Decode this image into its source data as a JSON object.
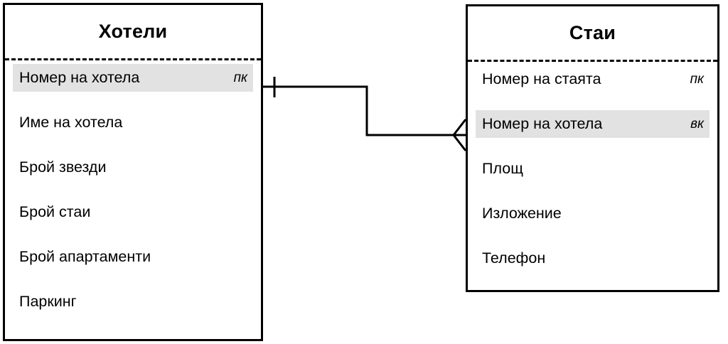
{
  "diagram": {
    "type": "entity-relationship-diagram",
    "notation": "crow's-foot",
    "background_color": "#ffffff",
    "line_color": "#000000",
    "highlight_color": "#e2e2e2"
  },
  "entities": [
    {
      "id": "hotels",
      "title": "Хотели",
      "attributes": [
        {
          "name": "Номер на хотела",
          "key": "пк",
          "highlighted": true
        },
        {
          "name": "Име на хотела",
          "key": "",
          "highlighted": false
        },
        {
          "name": "Брой звезди",
          "key": "",
          "highlighted": false
        },
        {
          "name": "Брой стаи",
          "key": "",
          "highlighted": false
        },
        {
          "name": "Брой апартаменти",
          "key": "",
          "highlighted": false
        },
        {
          "name": "Паркинг",
          "key": "",
          "highlighted": false
        }
      ]
    },
    {
      "id": "rooms",
      "title": "Стаи",
      "attributes": [
        {
          "name": "Номер на стаята",
          "key": "пк",
          "highlighted": false
        },
        {
          "name": "Номер на хотела",
          "key": "вк",
          "highlighted": true
        },
        {
          "name": "Площ",
          "key": "",
          "highlighted": false
        },
        {
          "name": "Изложение",
          "key": "",
          "highlighted": false
        },
        {
          "name": "Телефон",
          "key": "",
          "highlighted": false
        }
      ]
    }
  ],
  "relationship": {
    "from_entity": "hotels",
    "from_attribute": "Номер на хотела",
    "from_cardinality": "one",
    "to_entity": "rooms",
    "to_attribute": "Номер на хотела",
    "to_cardinality": "many"
  }
}
